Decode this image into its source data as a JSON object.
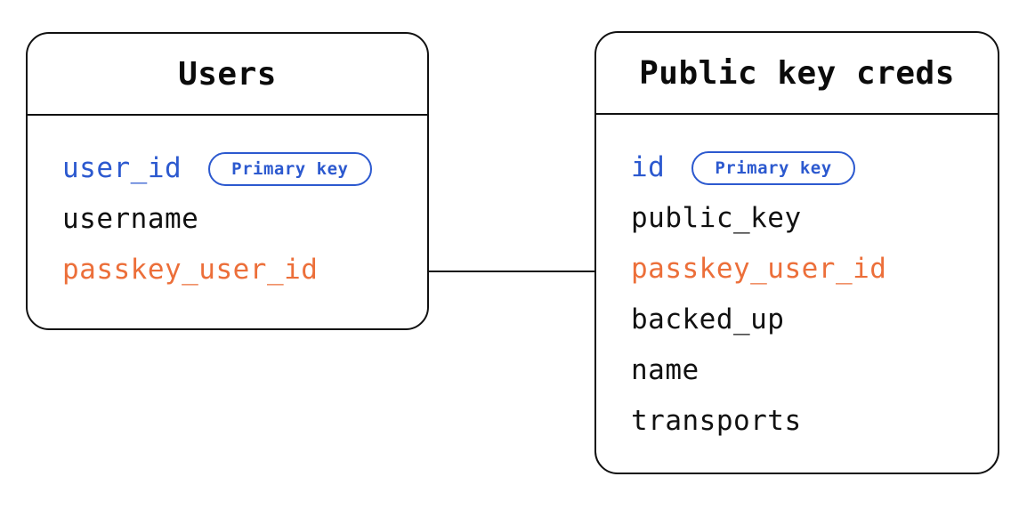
{
  "tables": [
    {
      "title": "Users",
      "fields": [
        {
          "name": "user_id",
          "color": "blue",
          "badge": "Primary key"
        },
        {
          "name": "username",
          "color": "black"
        },
        {
          "name": "passkey_user_id",
          "color": "orange"
        }
      ]
    },
    {
      "title": "Public key creds",
      "fields": [
        {
          "name": "id",
          "color": "blue",
          "badge": "Primary key"
        },
        {
          "name": "public_key",
          "color": "black"
        },
        {
          "name": "passkey_user_id",
          "color": "orange"
        },
        {
          "name": "backed_up",
          "color": "black"
        },
        {
          "name": "name",
          "color": "black"
        },
        {
          "name": "transports",
          "color": "black"
        }
      ]
    }
  ],
  "relationship": {
    "from_table": "Users",
    "from_field": "passkey_user_id",
    "to_table": "Public key creds",
    "to_field": "passkey_user_id"
  },
  "colors": {
    "blue": "#2c59cf",
    "orange": "#ec6f3a",
    "black": "#111111",
    "line": "#111111",
    "background": "#ffffff"
  }
}
